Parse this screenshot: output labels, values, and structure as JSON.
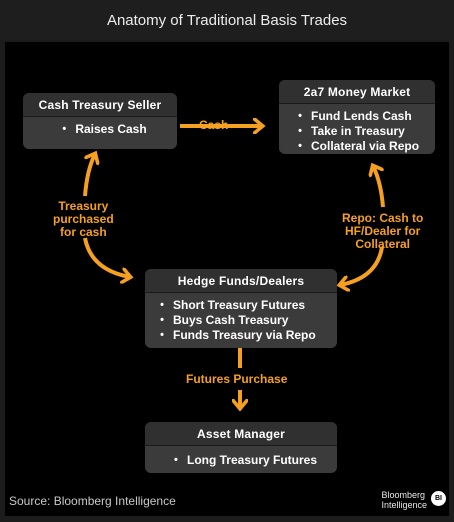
{
  "title": "Anatomy of Traditional Basis Trades",
  "colors": {
    "accent": "#f5a020",
    "box_fill": "#3b3b3b",
    "box_header": "#303030",
    "background": "#000000"
  },
  "nodes": {
    "cash_seller": {
      "title": "Cash Treasury Seller",
      "items": [
        "Raises Cash"
      ]
    },
    "money_market": {
      "title": "2a7 Money Market",
      "items": [
        "Fund Lends Cash",
        "Take in Treasury",
        "Collateral via Repo"
      ]
    },
    "hedge_funds": {
      "title": "Hedge Funds/Dealers",
      "items": [
        "Short Treasury Futures",
        "Buys Cash Treasury",
        "Funds Treasury via Repo"
      ]
    },
    "asset_manager": {
      "title": "Asset Manager",
      "items": [
        "Long Treasury Futures"
      ]
    }
  },
  "edges": {
    "cash": "Cash",
    "treasury_purchased": [
      "Treasury",
      "purchased",
      "for cash"
    ],
    "repo": [
      "Repo: Cash to",
      "HF/Dealer for",
      "Collateral"
    ],
    "futures_purchase": "Futures Purchase"
  },
  "footer": {
    "source": "Source: Bloomberg Intelligence",
    "brand_line1": "Bloomberg",
    "brand_line2": "Intelligence",
    "brand_badge": "BI"
  }
}
